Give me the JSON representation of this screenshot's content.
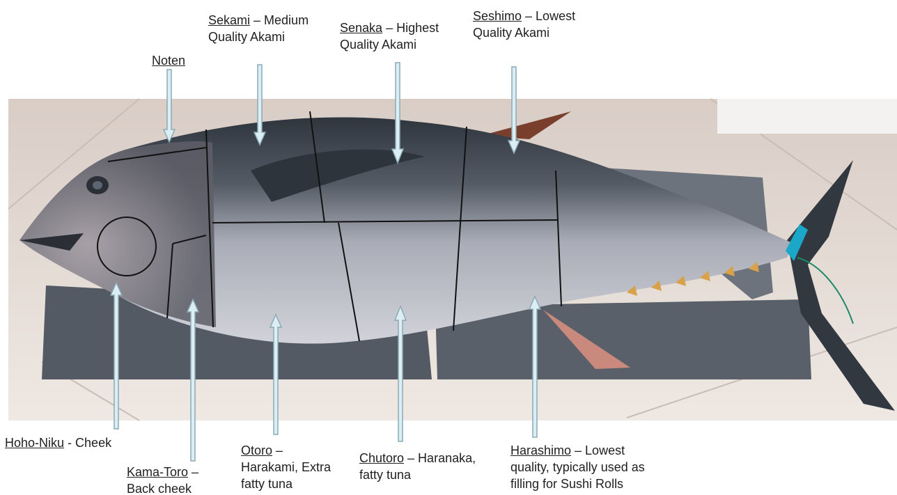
{
  "labels": {
    "noten": {
      "term": "Noten",
      "desc": "",
      "desc2": ""
    },
    "sekami": {
      "term": "Sekami",
      "desc": " – Medium",
      "desc2": "Quality Akami"
    },
    "senaka": {
      "term": "Senaka",
      "desc": " – Highest",
      "desc2": "Quality Akami"
    },
    "seshimo": {
      "term": "Seshimo",
      "desc": " – Lowest",
      "desc2": "Quality Akami"
    },
    "hoho_niku": {
      "term": "Hoho-Niku",
      "desc": " - Cheek"
    },
    "kama_toro": {
      "term": "Kama-Toro",
      "desc": " –",
      "desc2": "Back cheek"
    },
    "otoro": {
      "term": "Otoro",
      "desc": " –",
      "desc2": "Harakami, Extra",
      "desc3": "fatty tuna"
    },
    "chutoro": {
      "term": "Chutoro",
      "desc": " – Haranaka,",
      "desc2": "fatty tuna"
    },
    "harashimo": {
      "term": "Harashimo",
      "desc": " – Lowest",
      "desc2": "quality, typically used as",
      "desc3": "filling for Sushi Rolls"
    }
  },
  "colors": {
    "arrow_fill": "#dbeef3",
    "arrow_stroke": "#8ca9b8",
    "cut_line": "#111111",
    "fish_back": "#3c434c",
    "fish_belly": "#b9bcc6",
    "floor": "#e7ddd6",
    "tray": "#4f5560"
  },
  "icons": {
    "photo": "bluefin-tuna-photo",
    "arrows": "callout-arrow-icon"
  }
}
